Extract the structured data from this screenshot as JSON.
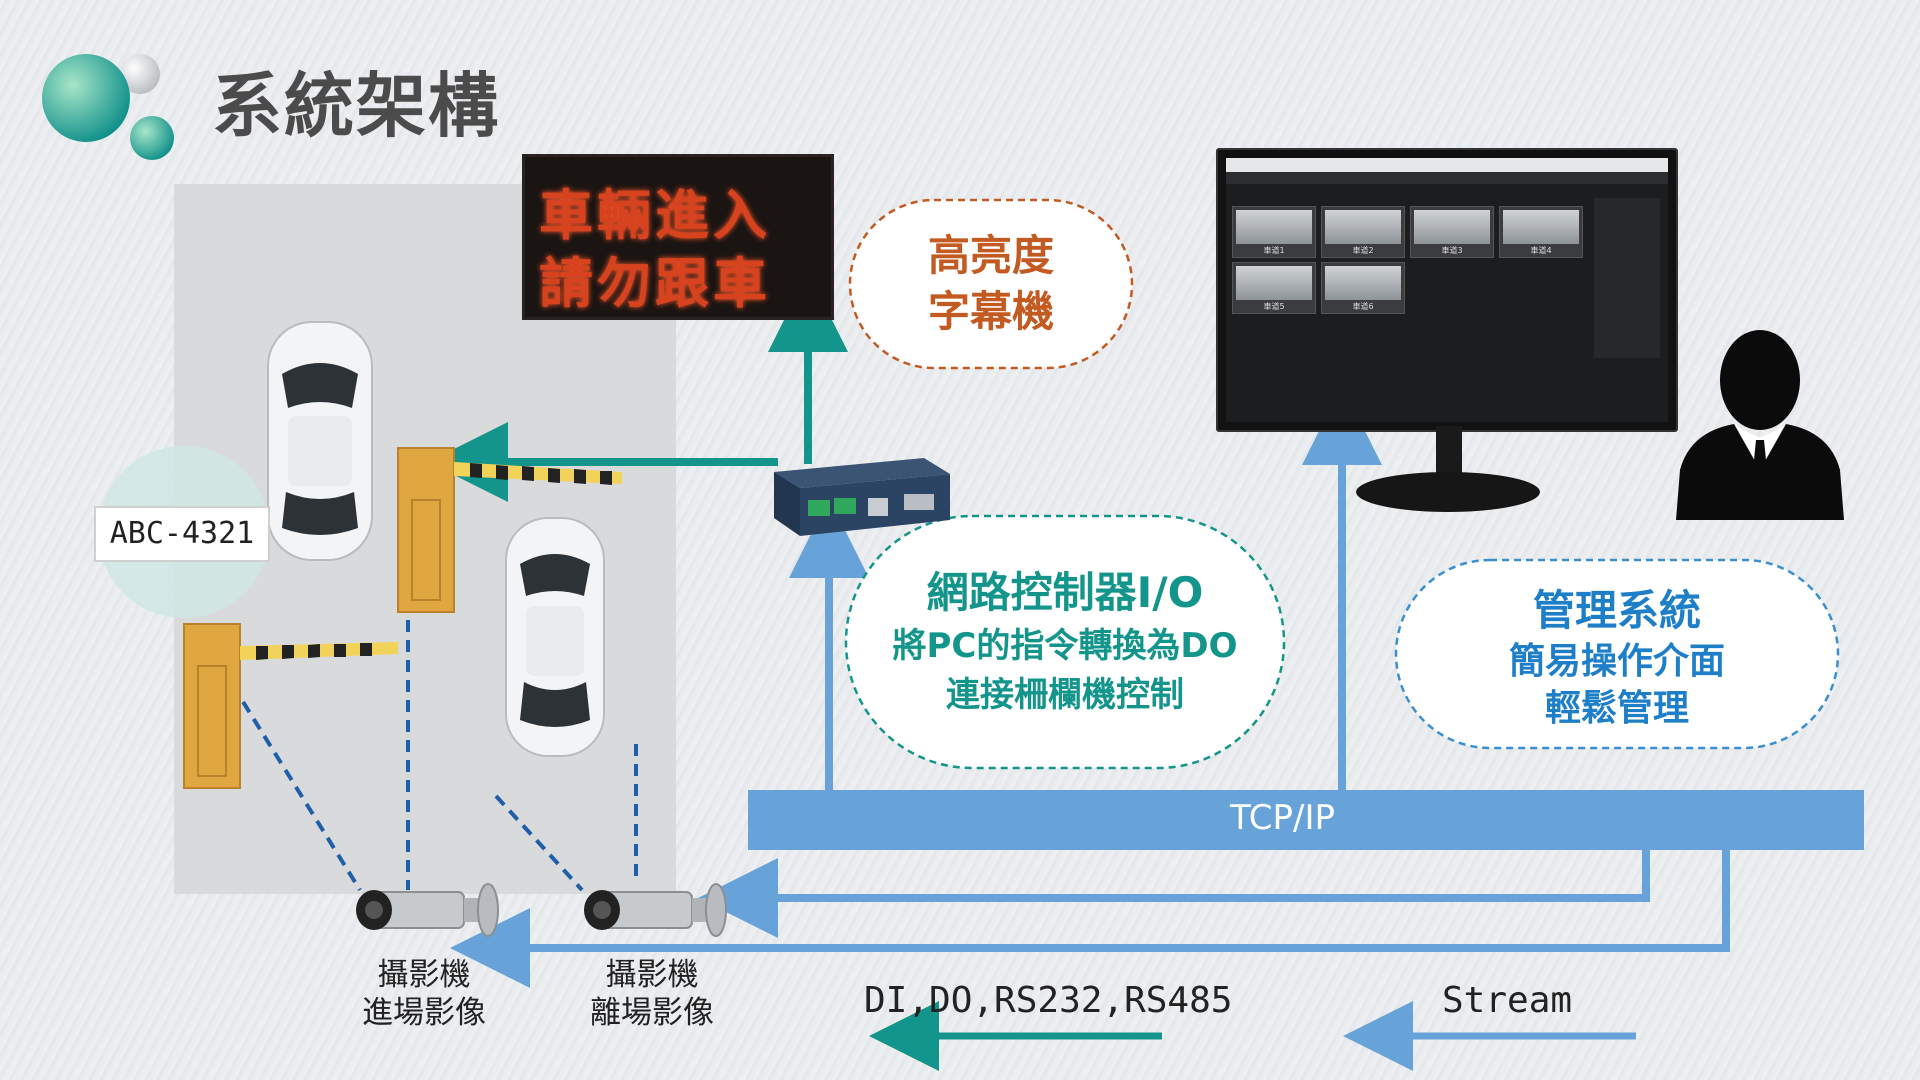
{
  "title": "系統架構",
  "led_sign": {
    "line1": "車輛進入",
    "line2": "請勿跟車"
  },
  "bubbles": {
    "display": {
      "line1": "高亮度",
      "line2": "字幕機"
    },
    "controller": {
      "line1": "網路控制器I/O",
      "line2": "將PC的指令轉換為DO",
      "line3": "連接柵欄機控制"
    },
    "management": {
      "line1": "管理系統",
      "line2": "簡易操作介面",
      "line3": "輕鬆管理"
    }
  },
  "plate": "ABC-4321",
  "network": {
    "bus_label": "TCP/IP"
  },
  "cameras": [
    {
      "line1": "攝影機",
      "line2": "進場影像"
    },
    {
      "line1": "攝影機",
      "line2": "離場影像"
    }
  ],
  "legend": {
    "io": "DI,DO,RS232,RS485",
    "stream": "Stream"
  },
  "monitor": {
    "thumbnail_labels": [
      "車道1",
      "車道2",
      "車道3",
      "車道4",
      "車道5",
      "車道6"
    ]
  },
  "colors": {
    "teal": "#14958c",
    "blue": "#67a3d8",
    "orange": "#c25a22",
    "barrier": "#e0a640"
  }
}
